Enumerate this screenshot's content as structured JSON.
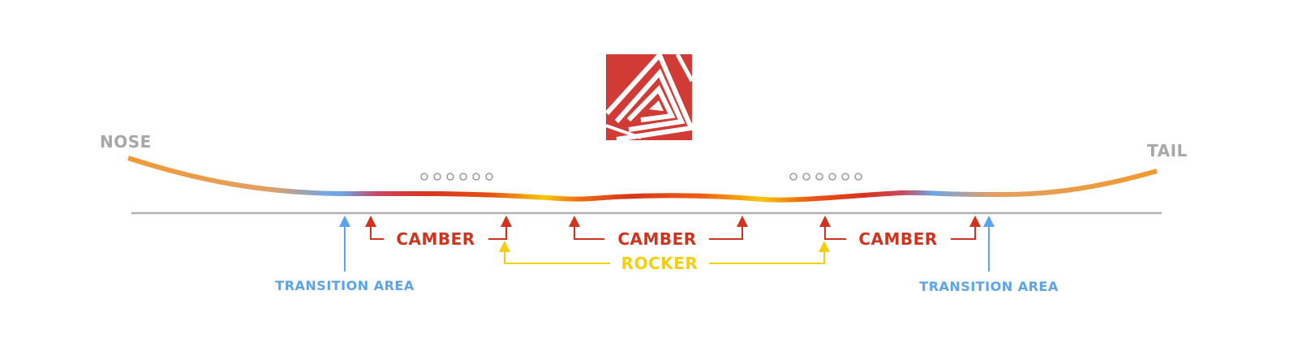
{
  "labels": {
    "nose": "NOSE",
    "tail": "TAIL",
    "camber": "CAMBER",
    "rocker": "ROCKER",
    "transition_area": "TRANSITION AREA"
  },
  "colors": {
    "camber": "#d0341f",
    "rocker": "#f5cf0f",
    "transition": "#5ba3ec",
    "board_tip": "#ef9a35",
    "ground": "#b1b1b1",
    "end_label": "#a7a7a7",
    "logo": "#d13a35"
  },
  "icons": {
    "logo": "triangle-swirl-logo-icon",
    "insert_dots": "insert-holes-icon"
  }
}
